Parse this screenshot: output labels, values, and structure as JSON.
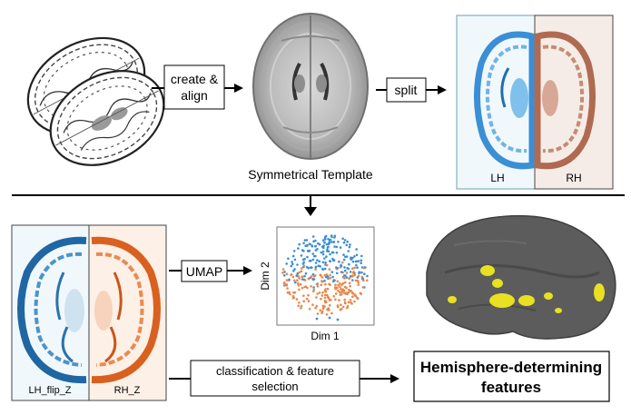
{
  "steps": {
    "create_align": [
      "create &",
      "align"
    ],
    "split": "split",
    "umap": "UMAP",
    "classification": [
      "classification & feature",
      "selection"
    ]
  },
  "labels": {
    "symmetrical_template": "Symmetrical Template",
    "lh": "LH",
    "rh": "RH",
    "lh_flip_z": "LH_flip_Z",
    "rh_z": "RH_Z",
    "dim1": "Dim 1",
    "dim2": "Dim 2"
  },
  "result": [
    "Hemisphere-determining",
    "features"
  ],
  "colors": {
    "blue": "#3a8fd6",
    "orange": "#e8874a",
    "brain_gray": "#5c5c5c",
    "highlight_yellow": "#e8e020",
    "lh_panel_bg": "#f1f8fb",
    "rh_panel_bg": "#f6ece7",
    "rh_z_panel_bg": "#fdf0e6"
  }
}
